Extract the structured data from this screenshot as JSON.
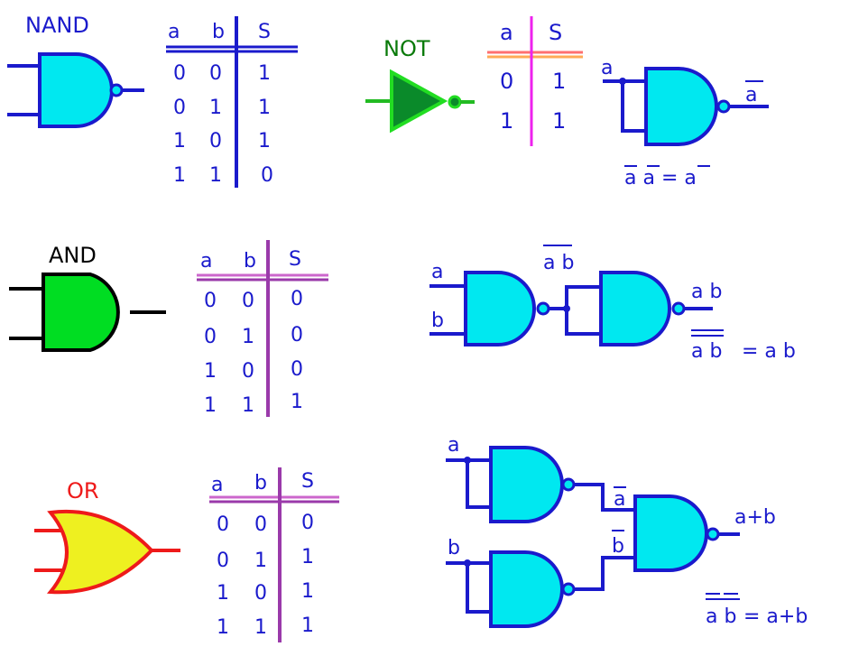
{
  "colors": {
    "wire": "#1a1acc",
    "nand_fill": "#00e8f0",
    "and_fill": "#00dd22",
    "or_fill": "#eef020",
    "or_stroke": "#ee1a1a",
    "not_fill": "#0a8a2a",
    "not_stroke": "#22dd22",
    "nand_title": "#1a1acc",
    "not_title": "#0a7a0a",
    "and_title": "#000000",
    "or_title": "#ee1a1a",
    "text": "#1a1acc"
  },
  "gates": {
    "nand_title": "NAND",
    "not_title": "NOT",
    "and_title": "AND",
    "or_title": "OR"
  },
  "tables": {
    "nand": {
      "headers": [
        "a",
        "b",
        "S"
      ],
      "rows": [
        [
          "0",
          "0",
          "1"
        ],
        [
          "0",
          "1",
          "1"
        ],
        [
          "1",
          "0",
          "1"
        ],
        [
          "1",
          "1",
          "0"
        ]
      ]
    },
    "not": {
      "headers": [
        "a",
        "S"
      ],
      "rows": [
        [
          "0",
          "1"
        ],
        [
          "1",
          "1"
        ]
      ]
    },
    "and": {
      "headers": [
        "a",
        "b",
        "S"
      ],
      "rows": [
        [
          "0",
          "0",
          "0"
        ],
        [
          "0",
          "1",
          "0"
        ],
        [
          "1",
          "0",
          "0"
        ],
        [
          "1",
          "1",
          "1"
        ]
      ]
    },
    "or": {
      "headers": [
        "a",
        "b",
        "S"
      ],
      "rows": [
        [
          "0",
          "0",
          "0"
        ],
        [
          "0",
          "1",
          "1"
        ],
        [
          "1",
          "0",
          "1"
        ],
        [
          "1",
          "1",
          "1"
        ]
      ]
    }
  },
  "circuits": {
    "not_nand": {
      "in_label": "a",
      "out_label": "a",
      "equation": "a a = a"
    },
    "and_nand": {
      "in_a": "a",
      "in_b": "b",
      "mid_label": "a b",
      "out_label": "a b",
      "equation_left": "a b",
      "equation_right": "= a b"
    },
    "or_nand": {
      "in_a": "a",
      "in_b": "b",
      "mid_a": "a",
      "mid_b": "b",
      "out_label": "a+b",
      "equation_left": "a b",
      "equation_right": "= a+b"
    }
  }
}
